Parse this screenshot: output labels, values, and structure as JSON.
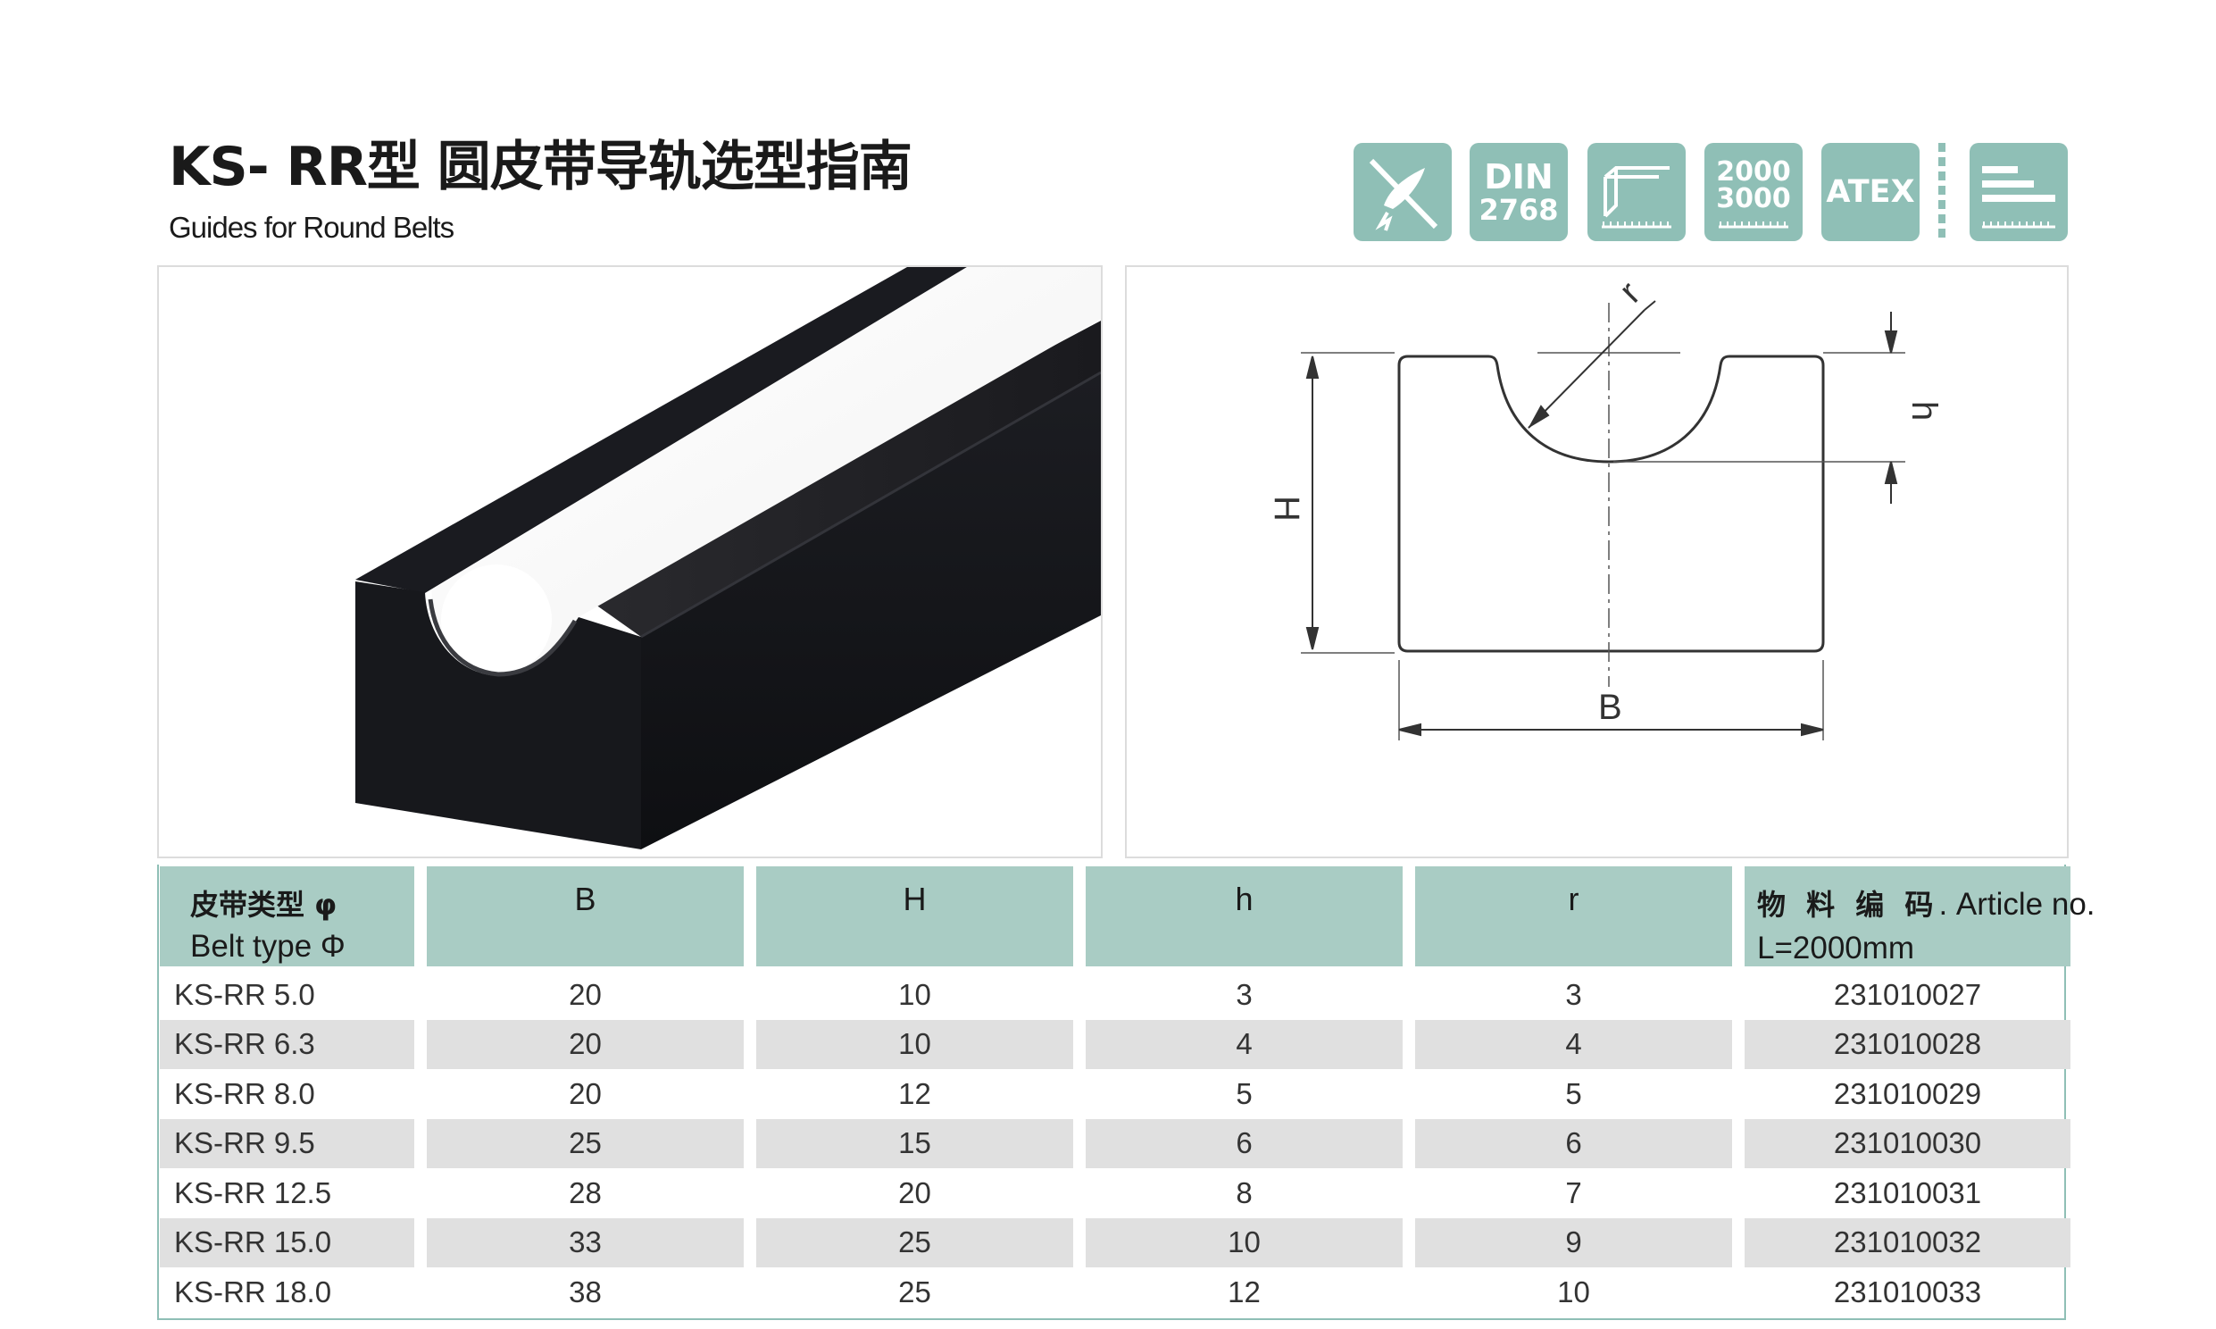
{
  "header": {
    "title": "KS- RR型 圆皮带导轨选型指南",
    "subtitle": "Guides for Round Belts"
  },
  "icons": [
    {
      "name": "no-lubrication-icon"
    },
    {
      "name": "din-2768-icon",
      "line1": "DIN",
      "line2": "2768"
    },
    {
      "name": "profile-length-icon"
    },
    {
      "name": "length-2000-3000-icon",
      "line1": "2000",
      "line2": "3000"
    },
    {
      "name": "atex-icon",
      "label": "ATEX"
    },
    {
      "name": "cut-to-length-icon"
    }
  ],
  "drawing": {
    "labels": {
      "r": "r",
      "h": "h",
      "H": "H",
      "B": "B"
    }
  },
  "table": {
    "headers": {
      "type_cn": "皮带类型 φ",
      "type_en": "Belt type Φ",
      "B": "B",
      "H": "H",
      "h": "h",
      "r": "r",
      "article_cn": "物 料 编 码",
      "article_en": ". Article no.",
      "article_len": "L=2000mm"
    },
    "rows": [
      {
        "type": "KS-RR 5.0",
        "B": "20",
        "H": "10",
        "h": "3",
        "r": "3",
        "article": "231010027"
      },
      {
        "type": "KS-RR 6.3",
        "B": "20",
        "H": "10",
        "h": "4",
        "r": "4",
        "article": "231010028"
      },
      {
        "type": "KS-RR 8.0",
        "B": "20",
        "H": "12",
        "h": "5",
        "r": "5",
        "article": "231010029"
      },
      {
        "type": "KS-RR 9.5",
        "B": "25",
        "H": "15",
        "h": "6",
        "r": "6",
        "article": "231010030"
      },
      {
        "type": "KS-RR 12.5",
        "B": "28",
        "H": "20",
        "h": "8",
        "r": "7",
        "article": "231010031"
      },
      {
        "type": "KS-RR 15.0",
        "B": "33",
        "H": "25",
        "h": "10",
        "r": "9",
        "article": "231010032"
      },
      {
        "type": "KS-RR 18.0",
        "B": "38",
        "H": "25",
        "h": "12",
        "r": "10",
        "article": "231010033"
      }
    ]
  },
  "colors": {
    "accent": "#8fbfb6",
    "header_fill": "#a9ccc4",
    "row_alt": "#e0e0e0"
  }
}
